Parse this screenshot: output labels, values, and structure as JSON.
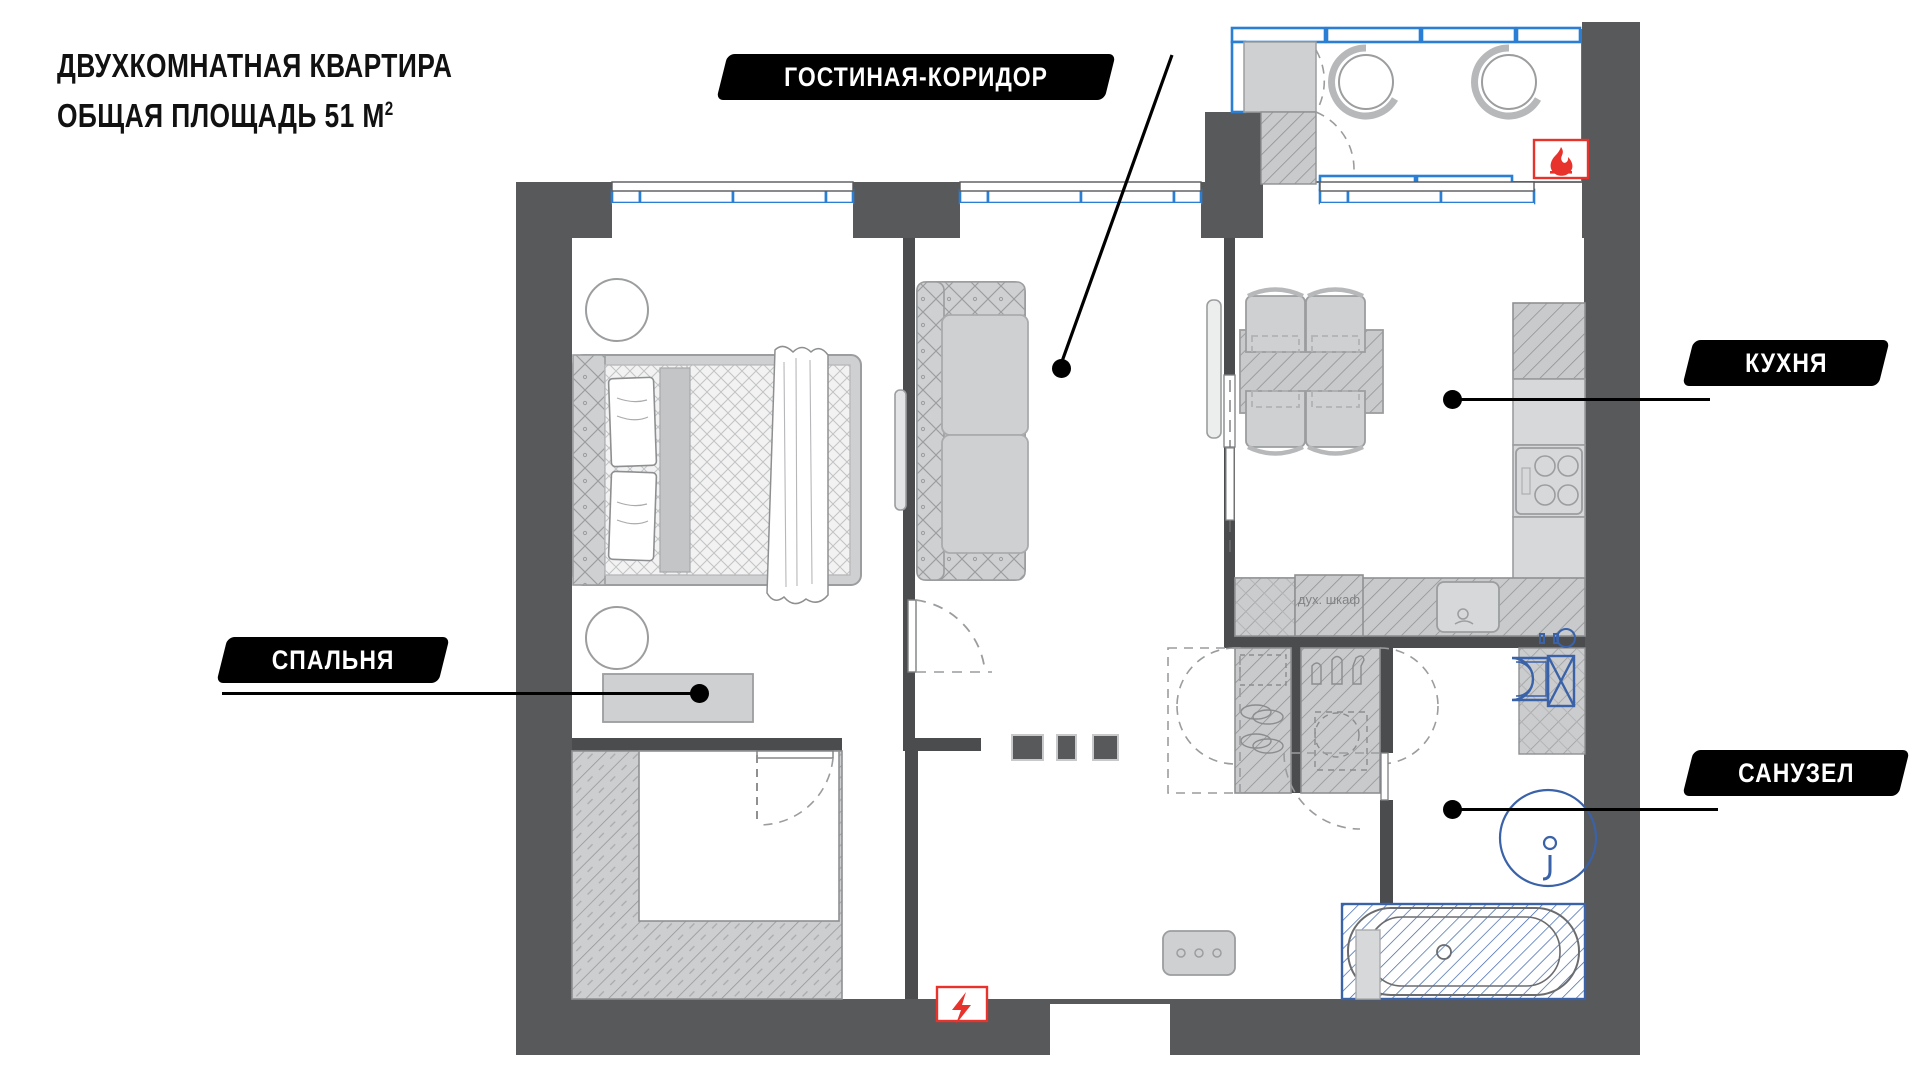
{
  "title": {
    "line1": "ДВУХКОМНАТНАЯ КВАРТИРА",
    "line2_prefix": "ОБЩАЯ ПЛОЩАДЬ 51 М",
    "line2_sup": "2"
  },
  "rooms": [
    {
      "key": "living",
      "label": "ГОСТИНАЯ-КОРИДОР"
    },
    {
      "key": "kitchen",
      "label": "КУХНЯ"
    },
    {
      "key": "bedroom",
      "label": "СПАЛЬНЯ"
    },
    {
      "key": "bath",
      "label": "САНУЗЕЛ"
    }
  ],
  "annotations": {
    "oven_cabinet": "дух. шкаф"
  },
  "symbols": {
    "fire": "fire-hazard-marker",
    "electric": "electric-panel-marker"
  },
  "colors": {
    "wall": "#58595b",
    "wall_dark": "#4b4c4e",
    "furniture_fill": "#d0d1d3",
    "furniture_line": "#8a8c8e",
    "hatch_fill": "#c9cacc",
    "window_blue": "#2a7fd4",
    "fixture_blue": "#3a62a8",
    "accent_red": "#e8322c",
    "tag_bg": "#000000",
    "tag_text": "#ffffff"
  },
  "chart_data": {
    "type": "table",
    "title": "ДВУХКОМНАТНАЯ КВАРТИРА",
    "total_area_m2": 51,
    "rooms": [
      "ГОСТИНАЯ-КОРИДОР",
      "КУХНЯ",
      "СПАЛЬНЯ",
      "САНУЗЕЛ"
    ]
  }
}
